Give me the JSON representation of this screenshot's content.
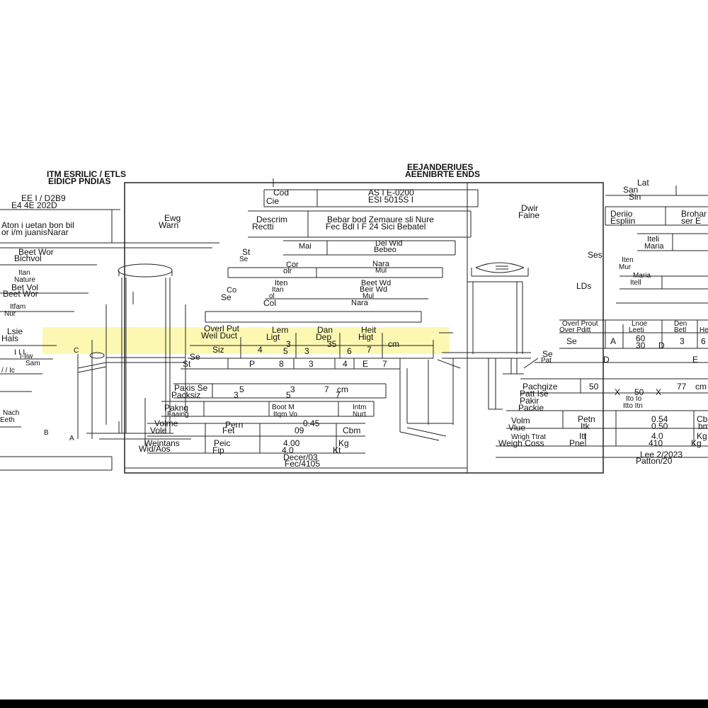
{
  "sheet": {
    "left_heading": [
      "ITM ESRILIC / ETLS",
      "EIDICP PNDIAS"
    ],
    "center_heading": [
      "EEJANDERIUES",
      "AEENIBRTE ENDS"
    ],
    "code_left": [
      "EE I / D2B9",
      "E4 4E 202D"
    ],
    "rev_left": [
      "Ewg",
      "Warn"
    ],
    "desc_left": [
      "Aton i uetan bon bil",
      "or i/m juanisNarar"
    ],
    "left_labels": [
      "Beet Wor",
      "Bichvol",
      "Itan",
      "Nature",
      "Bet Vol",
      "Beet Wor",
      "Itfam",
      "Nur"
    ],
    "left_small": [
      "Lsie",
      "Hals",
      "I I I",
      "Sam",
      "I-Iiw",
      "/ / Ic",
      "Nach",
      "Eeth",
      "B",
      "A",
      "C"
    ],
    "top_table": {
      "r1": [
        "Cod",
        "Cie",
        "AS I E-0200",
        "ESI 5015S I"
      ],
      "r2": [
        "Descrim",
        "Rectti",
        "Bebar bod Zemaure sli Nure",
        "Fec Bdl I F 24 Sici Bebatel"
      ],
      "r3": [
        "Mai",
        "Dei Wid",
        "Bebeo"
      ]
    },
    "mid_labels": [
      "St",
      "Se",
      "Cor",
      "olr",
      "Nara",
      "Mul",
      "Iten",
      "Itan",
      "Beet Wd",
      "Beir Wd",
      "Col",
      "ol",
      "Nara",
      "Mul",
      "Co",
      "Se"
    ],
    "dim_table": {
      "header": [
        "Overl Put",
        "Weil Duct",
        "Lem",
        "Ligt",
        "Dan",
        "Dep",
        "Heit",
        "Higt"
      ],
      "row1": [
        "Siz",
        "4",
        "3",
        "5",
        "3",
        "35",
        "6",
        "7",
        "cm"
      ],
      "row2": [
        "St",
        "Se",
        "P",
        "8",
        "3",
        "4",
        "E",
        "7"
      ]
    },
    "pack_table": {
      "r1": [
        "Pakis Se",
        "Packsiz",
        "5",
        "3",
        "3",
        "5",
        "7",
        "7",
        "cm"
      ],
      "r2": [
        "Pakng",
        "Faaing",
        "Boot M",
        "Itqm Vo",
        "Intm",
        "Nurt"
      ],
      "r3": [
        "Volme",
        "Vole",
        "Pern",
        "Fet",
        "0.45",
        "09",
        "Cbm"
      ],
      "r4": [
        "Weintans",
        "Wid/Aos",
        "Peic",
        "Fip",
        "4.00",
        "4.0",
        "Kg",
        "Kt"
      ],
      "date": [
        "Decer/03",
        "Fec/4105"
      ]
    },
    "right_heading": [
      "Dwir",
      "Faine"
    ],
    "right_top": [
      "Lat",
      "San",
      "Sin"
    ],
    "right_table": {
      "r1": [
        "Deriio",
        "Espliin",
        "Brohar",
        "ser E"
      ],
      "r2": [
        "Iteli",
        "Maria"
      ],
      "r3": [
        "Iten",
        "Mur"
      ],
      "r4": [
        "Maria",
        "Itell"
      ],
      "r5": [
        "Ses",
        "LDs"
      ]
    },
    "right_dim": {
      "header": [
        "Overl Prout",
        "Over Pditt",
        "Lnoe",
        "Leeti",
        "Den",
        "Betl",
        "Hen"
      ],
      "row1": [
        "Se",
        "A",
        "60",
        "30",
        "D",
        "3",
        "6"
      ],
      "row2": [
        "Se",
        "Pat",
        "D",
        "E"
      ]
    },
    "right_pack": {
      "r1": [
        "Pachgize",
        "Patt Ise",
        "50",
        "X",
        "50",
        "X",
        "77",
        "cm"
      ],
      "r2": [
        "Pakir",
        "Packie",
        "Ito Io",
        "Itto Itn"
      ],
      "r3": [
        "Volm",
        "Vlue",
        "Petn",
        "Itk",
        "0.54",
        "0.50",
        "Cbm",
        "bm"
      ],
      "r4": [
        "Wrigh Ttrat",
        "Weigh Coss",
        "Itt",
        "Pne",
        "4.0",
        "410",
        "Kg",
        "Kg"
      ],
      "date": [
        "Lee 2/2023",
        "Patton/20"
      ]
    }
  }
}
